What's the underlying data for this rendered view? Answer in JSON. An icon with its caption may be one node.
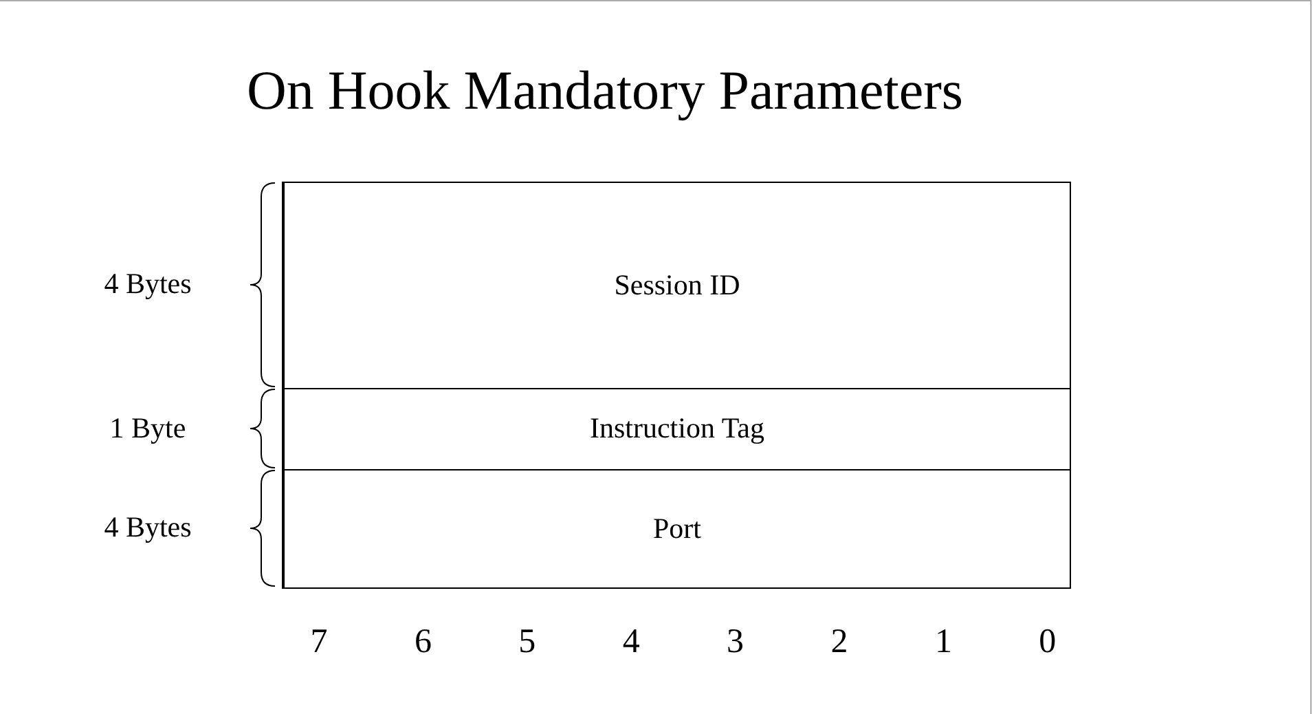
{
  "diagram": {
    "title": "On Hook Mandatory Parameters",
    "nodes": [
      {
        "text": [
          "Session ID"
        ],
        "beside": [
          "4 Bytes"
        ]
      },
      {
        "text": [
          "Instruction Tag"
        ],
        "beside": [
          "1 Byte"
        ]
      },
      {
        "text": [
          "Port"
        ],
        "beside": [
          "4 Bytes"
        ]
      }
    ],
    "labels": [
      "7",
      "6",
      "5",
      "4",
      "3",
      "2",
      "1",
      "0"
    ]
  }
}
